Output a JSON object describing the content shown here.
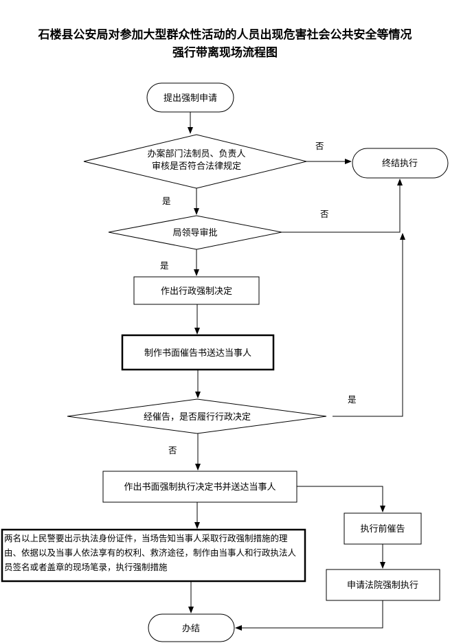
{
  "title": {
    "line1": "石楼县公安局对参加大型群众性活动的人员出现危害社会公共安全等情况",
    "line2": "强行带离现场流程图"
  },
  "nodes": {
    "start": "提出强制申请",
    "review_line1": "办案部门法制员、负责人",
    "review_line2": "审核是否符合法律规定",
    "terminate": "终结执行",
    "leader": "局领导审批",
    "decision": "作出行政强制决定",
    "notice": "制作书面催告书送达当事人",
    "check": "经催告，是否履行行政决定",
    "written": "作出书面强制执行决定书并送达当事人",
    "onsite": "两名以上民警要出示执法身份证件，当场告知当事人采取行政强制措施的理由、依据以及当事人依法享有的权利、救济途径，制作由当事人和行政执法人员签名或者盖章的现场笔录，执行强制措施",
    "pre_notice": "执行前催告",
    "court": "申请法院强制执行",
    "end": "办结"
  },
  "labels": {
    "no1": "否",
    "yes1": "是",
    "no2": "否",
    "yes2": "是",
    "yes3": "是",
    "no3": "否"
  }
}
